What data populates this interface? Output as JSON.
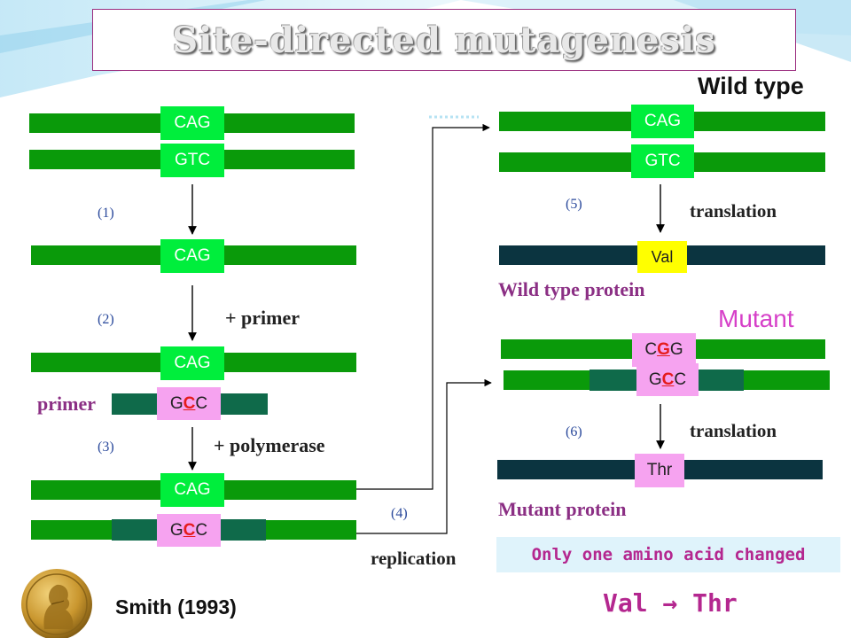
{
  "title": "Site-directed mutagenesis",
  "colors": {
    "strand_green": "#0a9a0a",
    "strand_dark": "#0b3440",
    "codon_green": "#00ee3c",
    "codon_pink": "#f6a3f0",
    "codon_yellow": "#ffff00",
    "accent_purple": "#b4278f",
    "mutant_magenta": "#d640c8"
  },
  "left": {
    "top_codon1": "CAG",
    "top_codon2": "GTC",
    "step1": "(1)",
    "single_codon": "CAG",
    "step2": "(2)",
    "plus_primer": "+ primer",
    "annealed_codon": "CAG",
    "primer_label": "primer",
    "primer_codon": {
      "pre": "G",
      "mut": "C",
      "post": "C"
    },
    "step3": "(3)",
    "plus_polymerase": "+ polymerase",
    "extended_codon": "CAG",
    "extended_pair": {
      "pre": "G",
      "mut": "C",
      "post": "C"
    },
    "step4": "(4)",
    "replication": "replication"
  },
  "wild": {
    "heading": "Wild type",
    "codon1": "CAG",
    "codon2": "GTC",
    "step5": "(5)",
    "translation": "translation",
    "amino": "Val",
    "protein_label": "Wild type protein"
  },
  "mutant": {
    "heading": "Mutant",
    "codon1": {
      "pre": "C",
      "mut": "G",
      "post": "G"
    },
    "codon2": {
      "pre": "G",
      "mut": "C",
      "post": "C"
    },
    "step6": "(6)",
    "translation": "translation",
    "amino": "Thr",
    "protein_label": "Mutant protein"
  },
  "note": "Only one amino acid changed",
  "change": "Val → Thr",
  "citation": "Smith (1993)",
  "icons": [
    "arrow-down-icon",
    "connector-arrow-icon",
    "nobel-medal-icon"
  ]
}
